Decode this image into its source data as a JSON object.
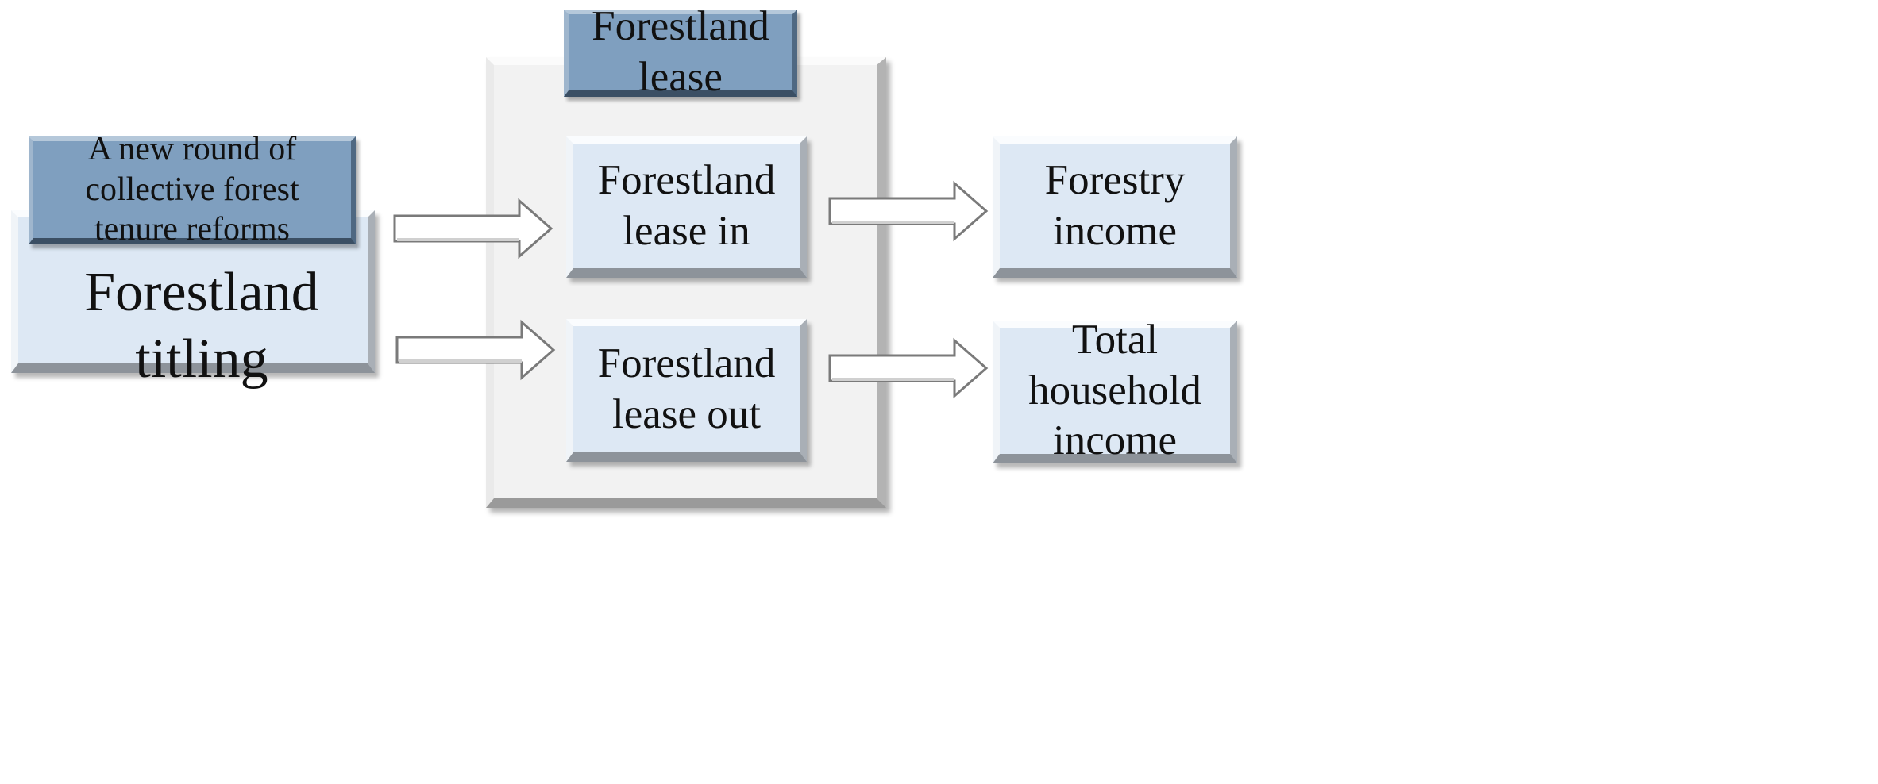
{
  "diagram": {
    "titling_header": "A new round of collective forest tenure reforms",
    "titling_box": "Forestland titling",
    "lease_header": "Forestland lease",
    "lease_in": "Forestland lease in",
    "lease_out": "Forestland lease out",
    "forestry_income": "Forestry income",
    "household_income": "Total household income"
  },
  "colors": {
    "light_box": "#dde8f4",
    "dark_box": "#7f9fbf",
    "container": "#f2f2f2",
    "arrow_fill": "#ffffff",
    "arrow_stroke": "#7a7a7a"
  }
}
